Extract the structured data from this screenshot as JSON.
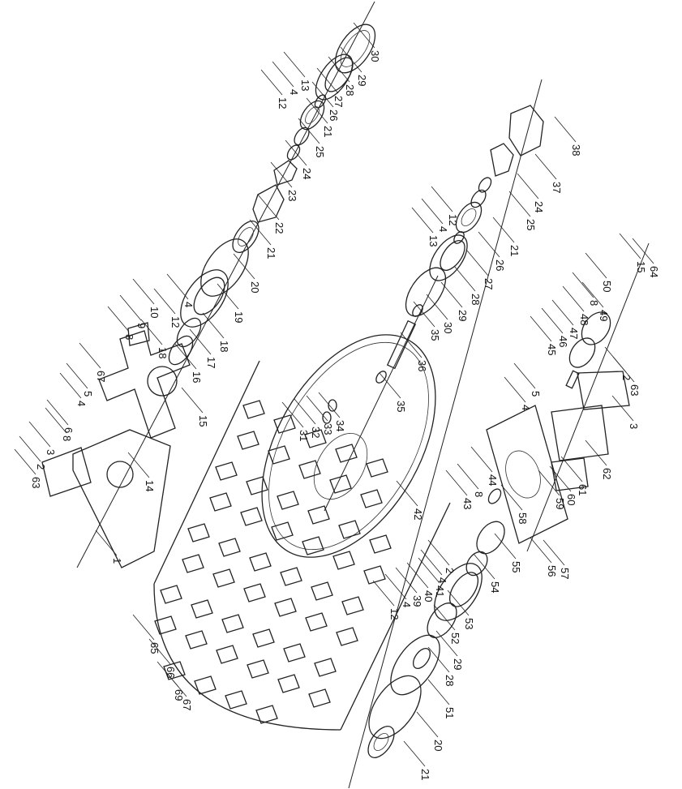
{
  "figure": {
    "title": "Exploded view of compaction drum assembly",
    "part_labels": [
      "30",
      "29",
      "28",
      "27",
      "26",
      "21",
      "25",
      "24",
      "23",
      "22",
      "21",
      "20",
      "19",
      "18",
      "17",
      "16",
      "15",
      "14",
      "1",
      "12",
      "4",
      "13",
      "12",
      "4",
      "10",
      "9",
      "8",
      "18",
      "67",
      "5",
      "4",
      "6",
      "8",
      "3",
      "63",
      "2",
      "65",
      "66",
      "69",
      "67",
      "38",
      "37",
      "24",
      "25",
      "21",
      "26",
      "27",
      "28",
      "29",
      "30",
      "35",
      "36",
      "35",
      "13",
      "4",
      "12",
      "31",
      "32",
      "33",
      "34",
      "42",
      "15",
      "64",
      "50",
      "8",
      "49",
      "48",
      "47",
      "46",
      "45",
      "2",
      "63",
      "3",
      "4",
      "5",
      "62",
      "61",
      "60",
      "59",
      "58",
      "44",
      "8",
      "43",
      "57",
      "56",
      "55",
      "54",
      "53",
      "4",
      "2",
      "41",
      "40",
      "39",
      "4",
      "12",
      "52",
      "29",
      "28",
      "51",
      "20",
      "21"
    ]
  }
}
